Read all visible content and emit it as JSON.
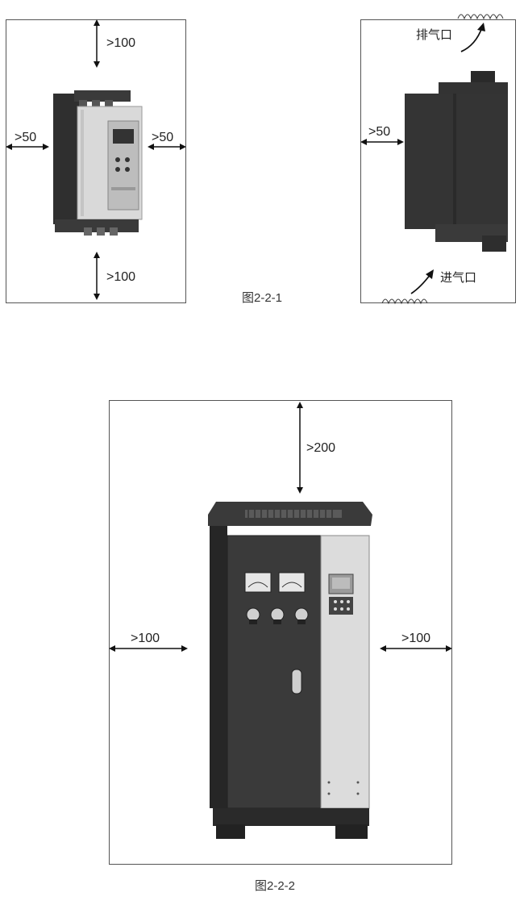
{
  "figure1": {
    "caption": "图2-2-1",
    "left_panel": {
      "top_clearance": ">100",
      "bottom_clearance": ">100",
      "left_clearance": ">50",
      "right_clearance": ">50"
    },
    "right_panel": {
      "side_clearance": ">50",
      "exhaust_label": "排气口",
      "intake_label": "进气口"
    }
  },
  "figure2": {
    "caption": "图2-2-2",
    "top_clearance": ">200",
    "left_clearance": ">100",
    "right_clearance": ">100"
  },
  "colors": {
    "frame": "#555555",
    "device_dark": "#2f2f2f",
    "device_light": "#d9d9d9",
    "arrow": "#111111"
  }
}
